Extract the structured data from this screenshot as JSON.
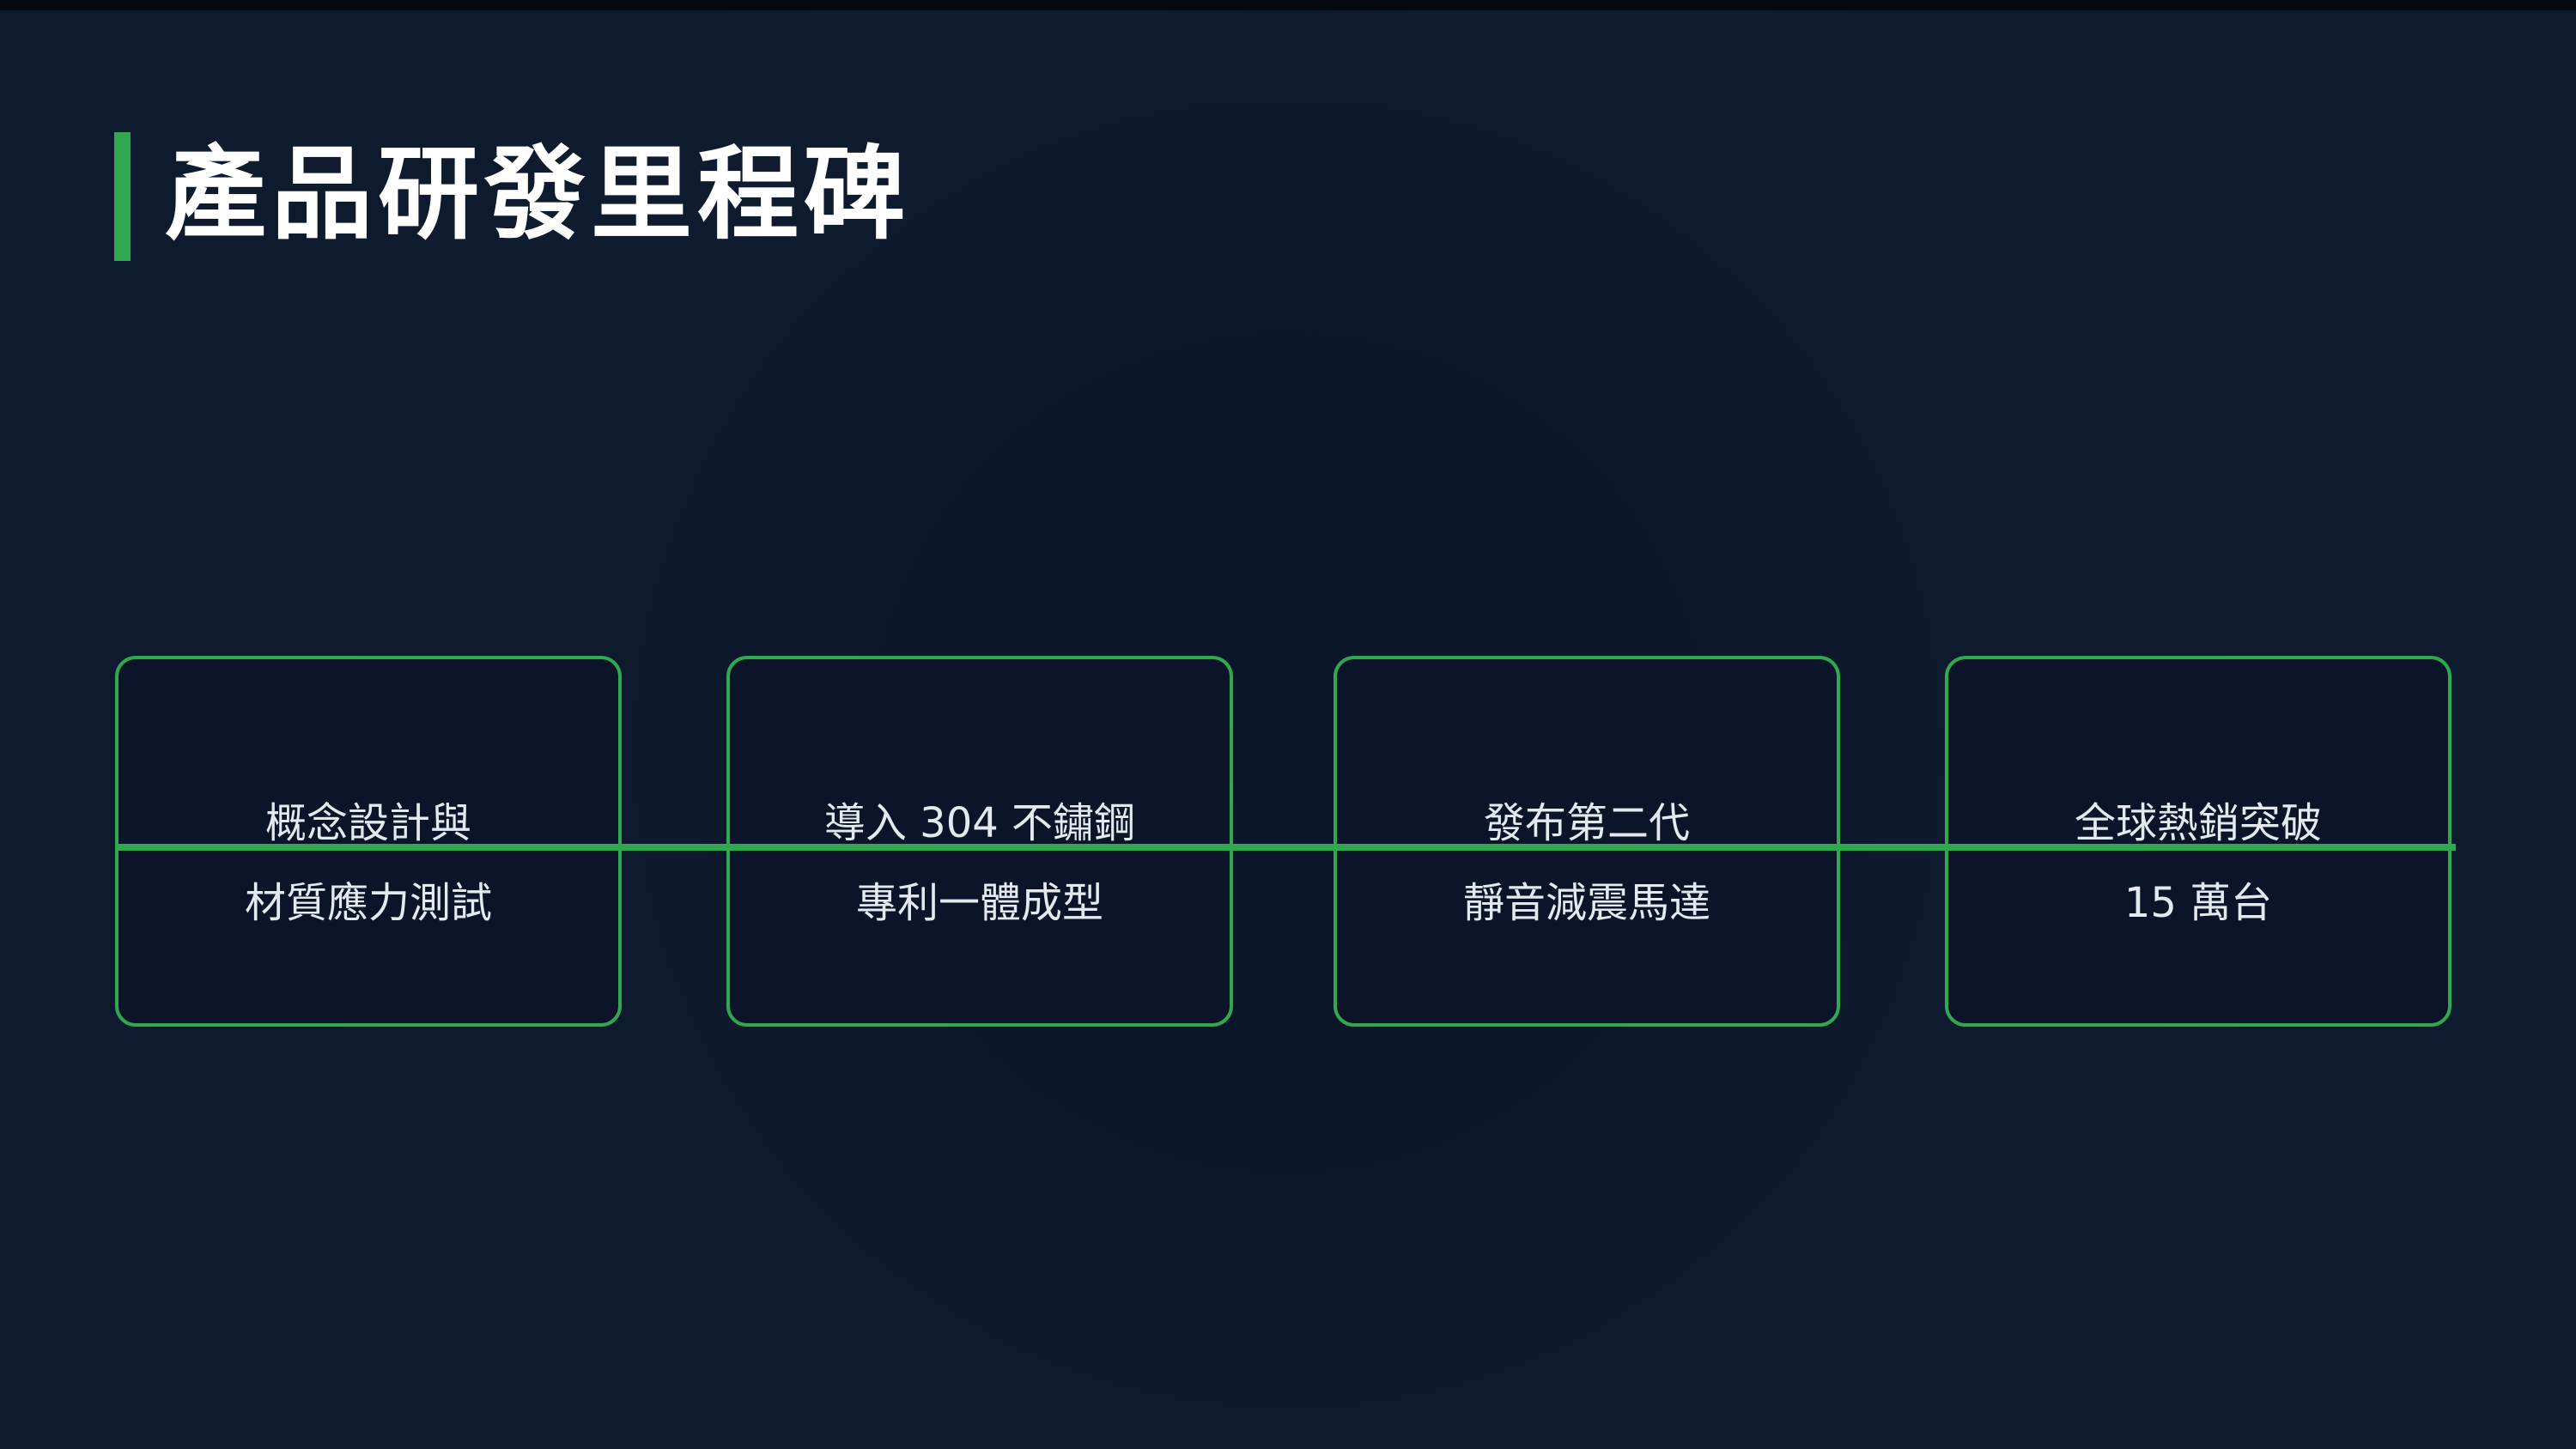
{
  "title": "產品研發里程碑",
  "colors": {
    "background": "#0e1a2e",
    "accent": "#2fa84f",
    "title_text": "#ffffff",
    "card_text": "#e4e9ef"
  },
  "milestones": [
    {
      "line1": "概念設計與",
      "line2": "材質應力測試"
    },
    {
      "line1": "導入 304 不鏽鋼",
      "line2": "專利一體成型"
    },
    {
      "line1": "發布第二代",
      "line2": "靜音減震馬達"
    },
    {
      "line1": "全球熱銷突破",
      "line2": "15 萬台"
    }
  ]
}
